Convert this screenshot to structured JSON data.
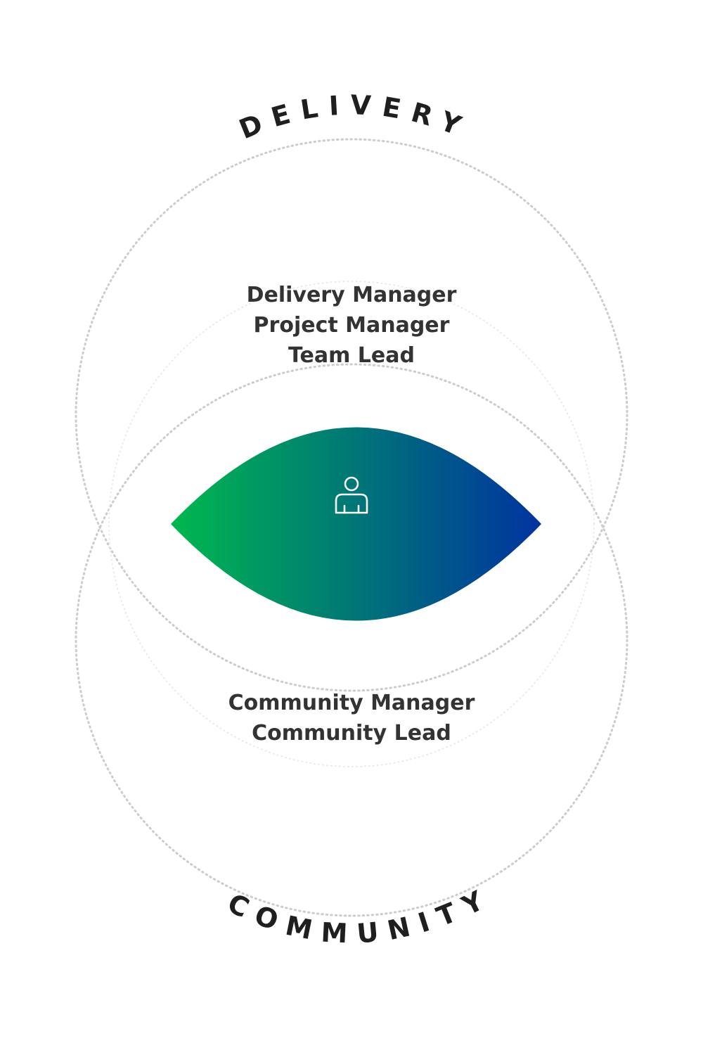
{
  "top_circle": {
    "label": "DELIVERY",
    "roles": [
      "Delivery Manager",
      "Project Manager",
      "Team Lead"
    ]
  },
  "bottom_circle": {
    "label": "COMMUNITY",
    "roles": [
      "Community Manager",
      "Community Lead"
    ]
  },
  "center": {
    "icon": "person-icon"
  },
  "colors": {
    "gradient_start": "#00b84e",
    "gradient_end": "#0033a0",
    "text": "#333333",
    "label": "#1f1f1f",
    "dotted_outline": "#cccccc"
  }
}
